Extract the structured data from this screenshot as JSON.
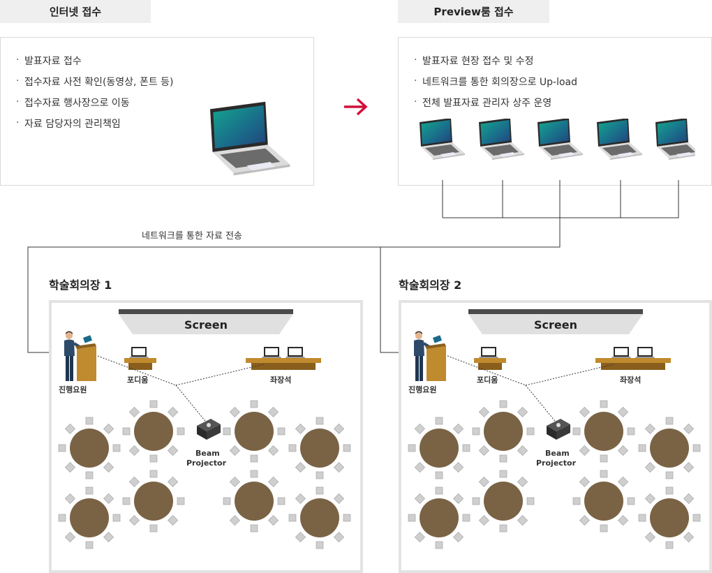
{
  "internet": {
    "tab": "인터넷 접수",
    "items": [
      "발표자료 접수",
      "접수자료 사전 확인(동영상, 폰트 등)",
      "접수자료 행사장으로 이동",
      "자료 담당자의 관리책임"
    ]
  },
  "preview": {
    "tab": "Preview룸 접수",
    "items": [
      "발표자료 현장 접수 및 수정",
      "네트워크를 통한 회의장으로 Up-load",
      "전체 발표자료 관리자 상주 운영"
    ]
  },
  "network_label": "네트워크를 통한 자료 전송",
  "halls": [
    {
      "title": "학술회의장 1",
      "screen": "Screen",
      "staff": "진행요원",
      "podium": "포디움",
      "seats": "좌장석",
      "projector_line1": "Beam",
      "projector_line2": "Projector"
    },
    {
      "title": "학술회의장 2",
      "screen": "Screen",
      "staff": "진행요원",
      "podium": "포디움",
      "seats": "좌장석",
      "projector_line1": "Beam",
      "projector_line2": "Projector"
    }
  ],
  "icons": {
    "arrow": "arrow-right-icon",
    "laptop": "laptop-icon",
    "projector": "projector-icon",
    "person": "person-icon"
  },
  "colors": {
    "arrow": "#d0103a",
    "table": "#7a6345",
    "desk": "#c08a2e",
    "screen": "#4a4a4a",
    "laptop_screen": "#1a9a8a"
  }
}
